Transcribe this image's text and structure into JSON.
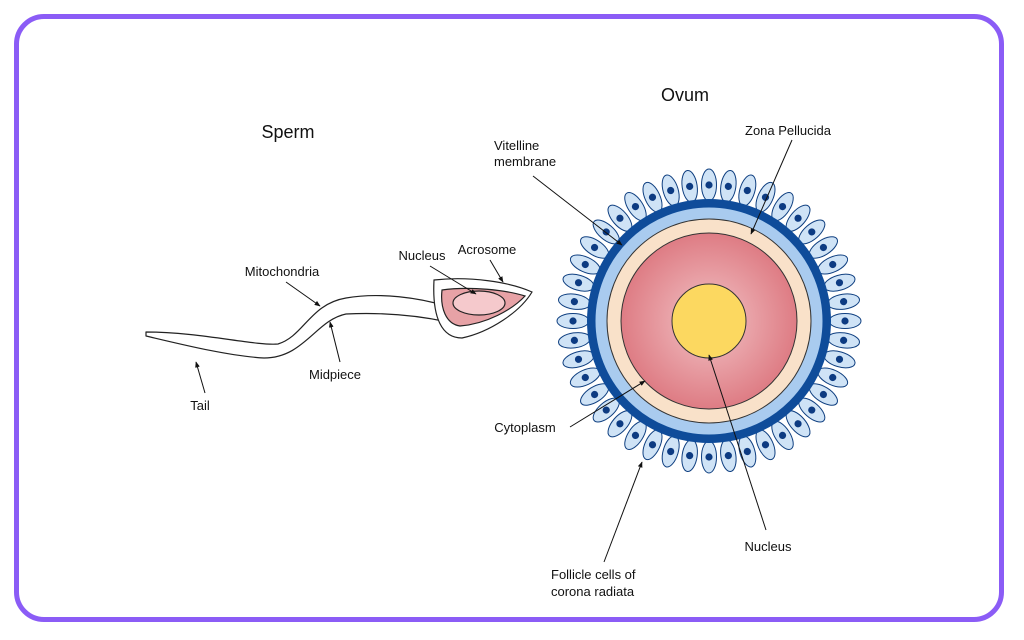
{
  "titles": {
    "sperm": "Sperm",
    "ovum": "Ovum"
  },
  "labels": {
    "nucleus_sperm": "Nucleus",
    "acrosome": "Acrosome",
    "mitochondria": "Mitochondria",
    "midpiece": "Midpiece",
    "tail": "Tail",
    "vitelline_line1": "Vitelline",
    "vitelline_line2": "membrane",
    "zona_pellucida": "Zona Pellucida",
    "cytoplasm": "Cytoplasm",
    "nucleus_ovum": "Nucleus",
    "follicle_line1": "Follicle cells of",
    "follicle_line2": "corona radiata"
  },
  "colors": {
    "frame": "#8B5CF6",
    "follicle_cell_fill": "#CFE3F6",
    "follicle_nucleus": "#0D3B82",
    "outer_ring": "#0F4C9A",
    "zona_band": "#A9CBEF",
    "vitelline_band": "#F9E1C9",
    "cytoplasm": "#E1868D",
    "ovum_nucleus": "#FCD860",
    "sperm_head": "#E7A2A6",
    "sperm_nucleus": "#F5C9CC"
  }
}
